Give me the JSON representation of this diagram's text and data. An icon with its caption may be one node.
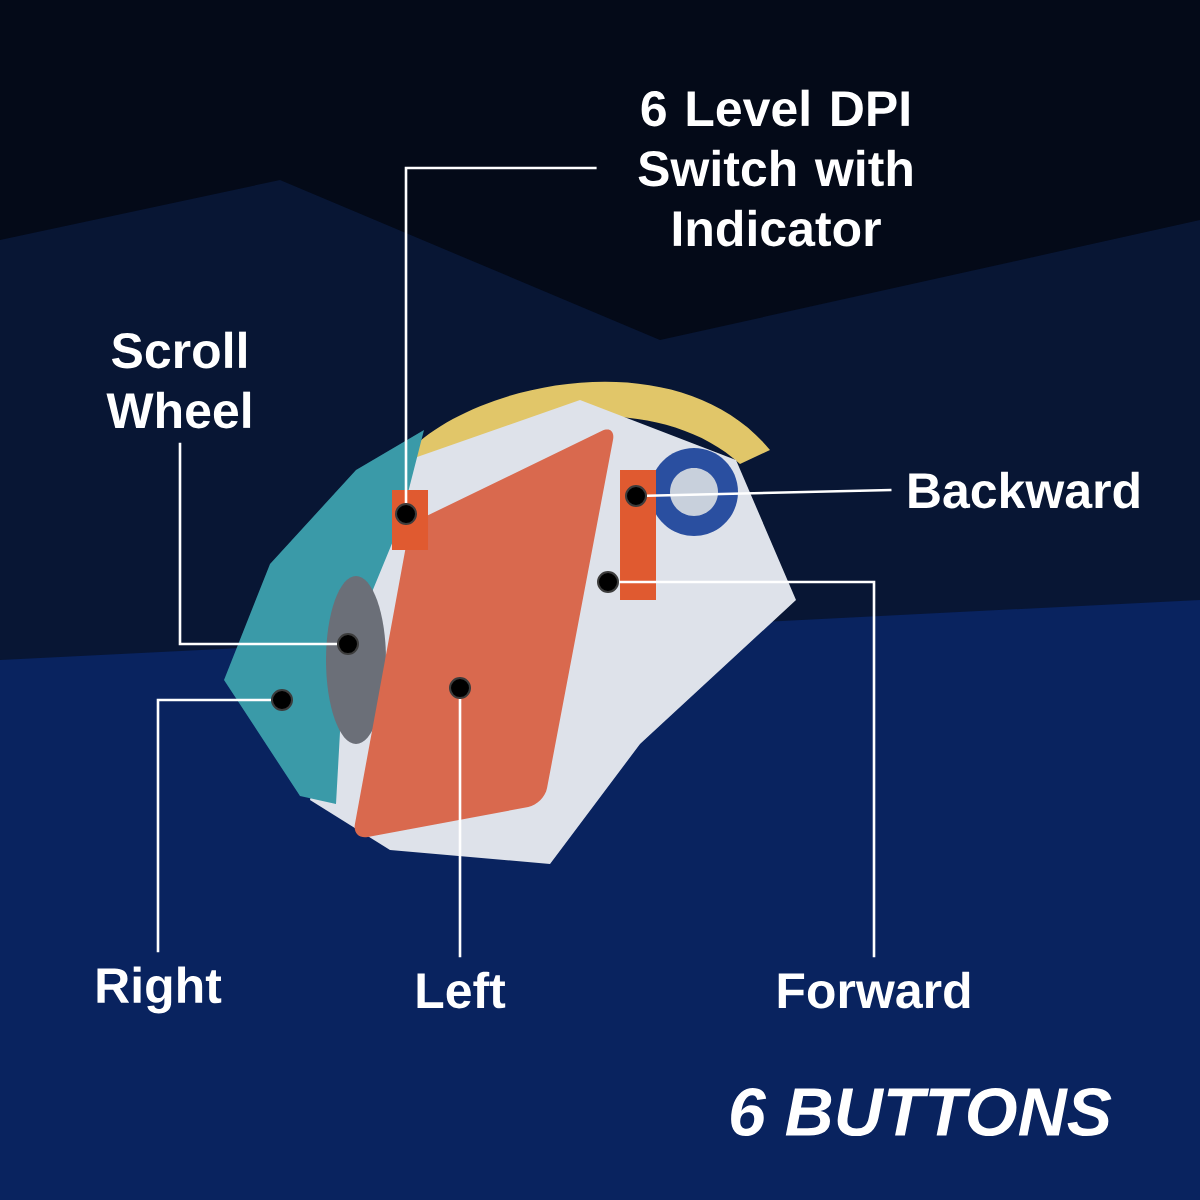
{
  "diagram": {
    "nodes": [
      {
        "text": [
          "6 Level DPI Switch with Indicator"
        ]
      },
      {
        "text": [
          "Scroll Wheel"
        ]
      },
      {
        "text": [
          "Backward"
        ]
      },
      {
        "text": [
          "Right"
        ]
      },
      {
        "text": [
          "Left"
        ]
      },
      {
        "text": [
          "Forward"
        ]
      },
      {
        "text": [],
        "shape": "circle"
      },
      {
        "text": [],
        "shape": "circle"
      },
      {
        "text": [],
        "shape": "circle"
      },
      {
        "text": [],
        "shape": "circle"
      },
      {
        "text": [],
        "shape": "circle"
      },
      {
        "text": [],
        "shape": "circle"
      }
    ],
    "edges": [
      {
        "from": 0,
        "to": 8,
        "arrow": "none"
      },
      {
        "from": 1,
        "to": 7,
        "arrow": "none"
      },
      {
        "from": 2,
        "to": 11,
        "arrow": "none"
      },
      {
        "from": 3,
        "to": 6,
        "arrow": "none"
      },
      {
        "from": 4,
        "to": 9,
        "arrow": "none"
      },
      {
        "from": 5,
        "to": 10,
        "arrow": "none"
      }
    ],
    "labels": [
      "6 BUTTONS"
    ]
  }
}
